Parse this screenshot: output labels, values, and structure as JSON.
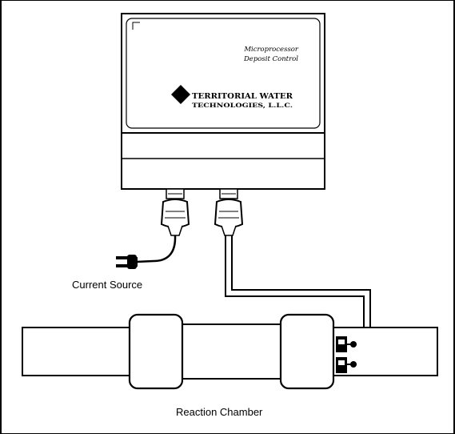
{
  "control_box": {
    "label_line1": "Microprocessor",
    "label_line2": "Deposit Control",
    "brand_line1": "TERRITORIAL WATER",
    "brand_line2": "TECHNOLOGIES, L.L.C."
  },
  "labels": {
    "current_source": "Current Source",
    "reaction_chamber": "Reaction Chamber"
  },
  "colors": {
    "line": "#000000",
    "background": "#ffffff"
  },
  "icons": {
    "power_plug": "plug-icon",
    "brand_mark": "diamond-logo-icon"
  }
}
